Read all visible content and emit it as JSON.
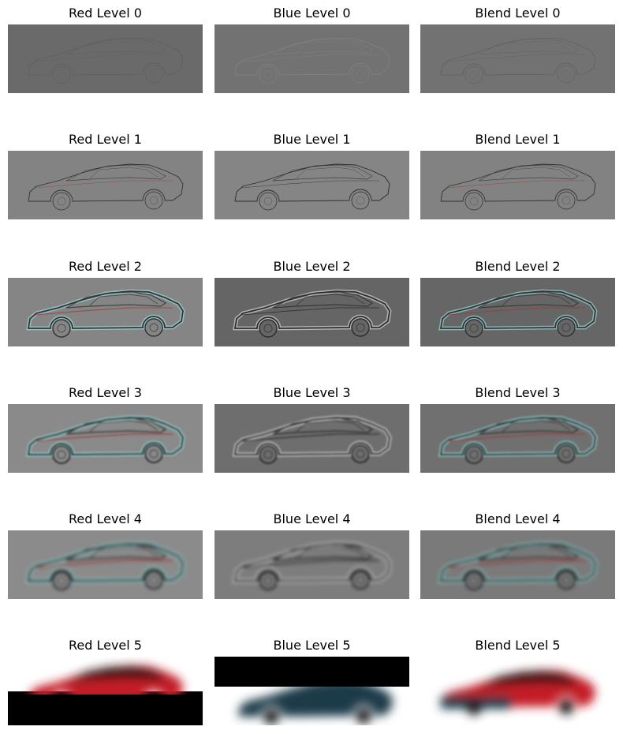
{
  "panels": [
    {
      "title": "Red Level 0",
      "variant": "red",
      "level": 0,
      "bg": "#6a6a6a"
    },
    {
      "title": "Blue Level 0",
      "variant": "blue",
      "level": 0,
      "bg": "#727272"
    },
    {
      "title": "Blend Level 0",
      "variant": "blend",
      "level": 0,
      "bg": "#727272"
    },
    {
      "title": "Red Level 1",
      "variant": "red",
      "level": 1,
      "bg": "#838383"
    },
    {
      "title": "Blue Level 1",
      "variant": "blue",
      "level": 1,
      "bg": "#858585"
    },
    {
      "title": "Blend Level 1",
      "variant": "blend",
      "level": 1,
      "bg": "#828282"
    },
    {
      "title": "Red Level 2",
      "variant": "red",
      "level": 2,
      "bg": "#858585"
    },
    {
      "title": "Blue Level 2",
      "variant": "blue",
      "level": 2,
      "bg": "#656565"
    },
    {
      "title": "Blend Level 2",
      "variant": "blend",
      "level": 2,
      "bg": "#666666"
    },
    {
      "title": "Red Level 3",
      "variant": "red",
      "level": 3,
      "bg": "#8a8a8a"
    },
    {
      "title": "Blue Level 3",
      "variant": "blue",
      "level": 3,
      "bg": "#6e6e6e"
    },
    {
      "title": "Blend Level 3",
      "variant": "blend",
      "level": 3,
      "bg": "#707070"
    },
    {
      "title": "Red Level 4",
      "variant": "red",
      "level": 4,
      "bg": "#8b8b8b"
    },
    {
      "title": "Blue Level 4",
      "variant": "blue",
      "level": 4,
      "bg": "#7d7d7d"
    },
    {
      "title": "Blend Level 4",
      "variant": "blend",
      "level": 4,
      "bg": "#7a7a7a"
    },
    {
      "title": "Red Level 5",
      "variant": "red",
      "level": 5,
      "bg": "#ffffff"
    },
    {
      "title": "Blue Level 5",
      "variant": "blue",
      "level": 5,
      "bg": "#ffffff"
    },
    {
      "title": "Blend Level 5",
      "variant": "blend",
      "level": 5,
      "bg": "#ffffff"
    }
  ],
  "colors": {
    "car_red": "#c41e25",
    "car_blue": "#1d3a4a",
    "cyan_halo": "#9ee7ea",
    "black_band": "#000000"
  }
}
